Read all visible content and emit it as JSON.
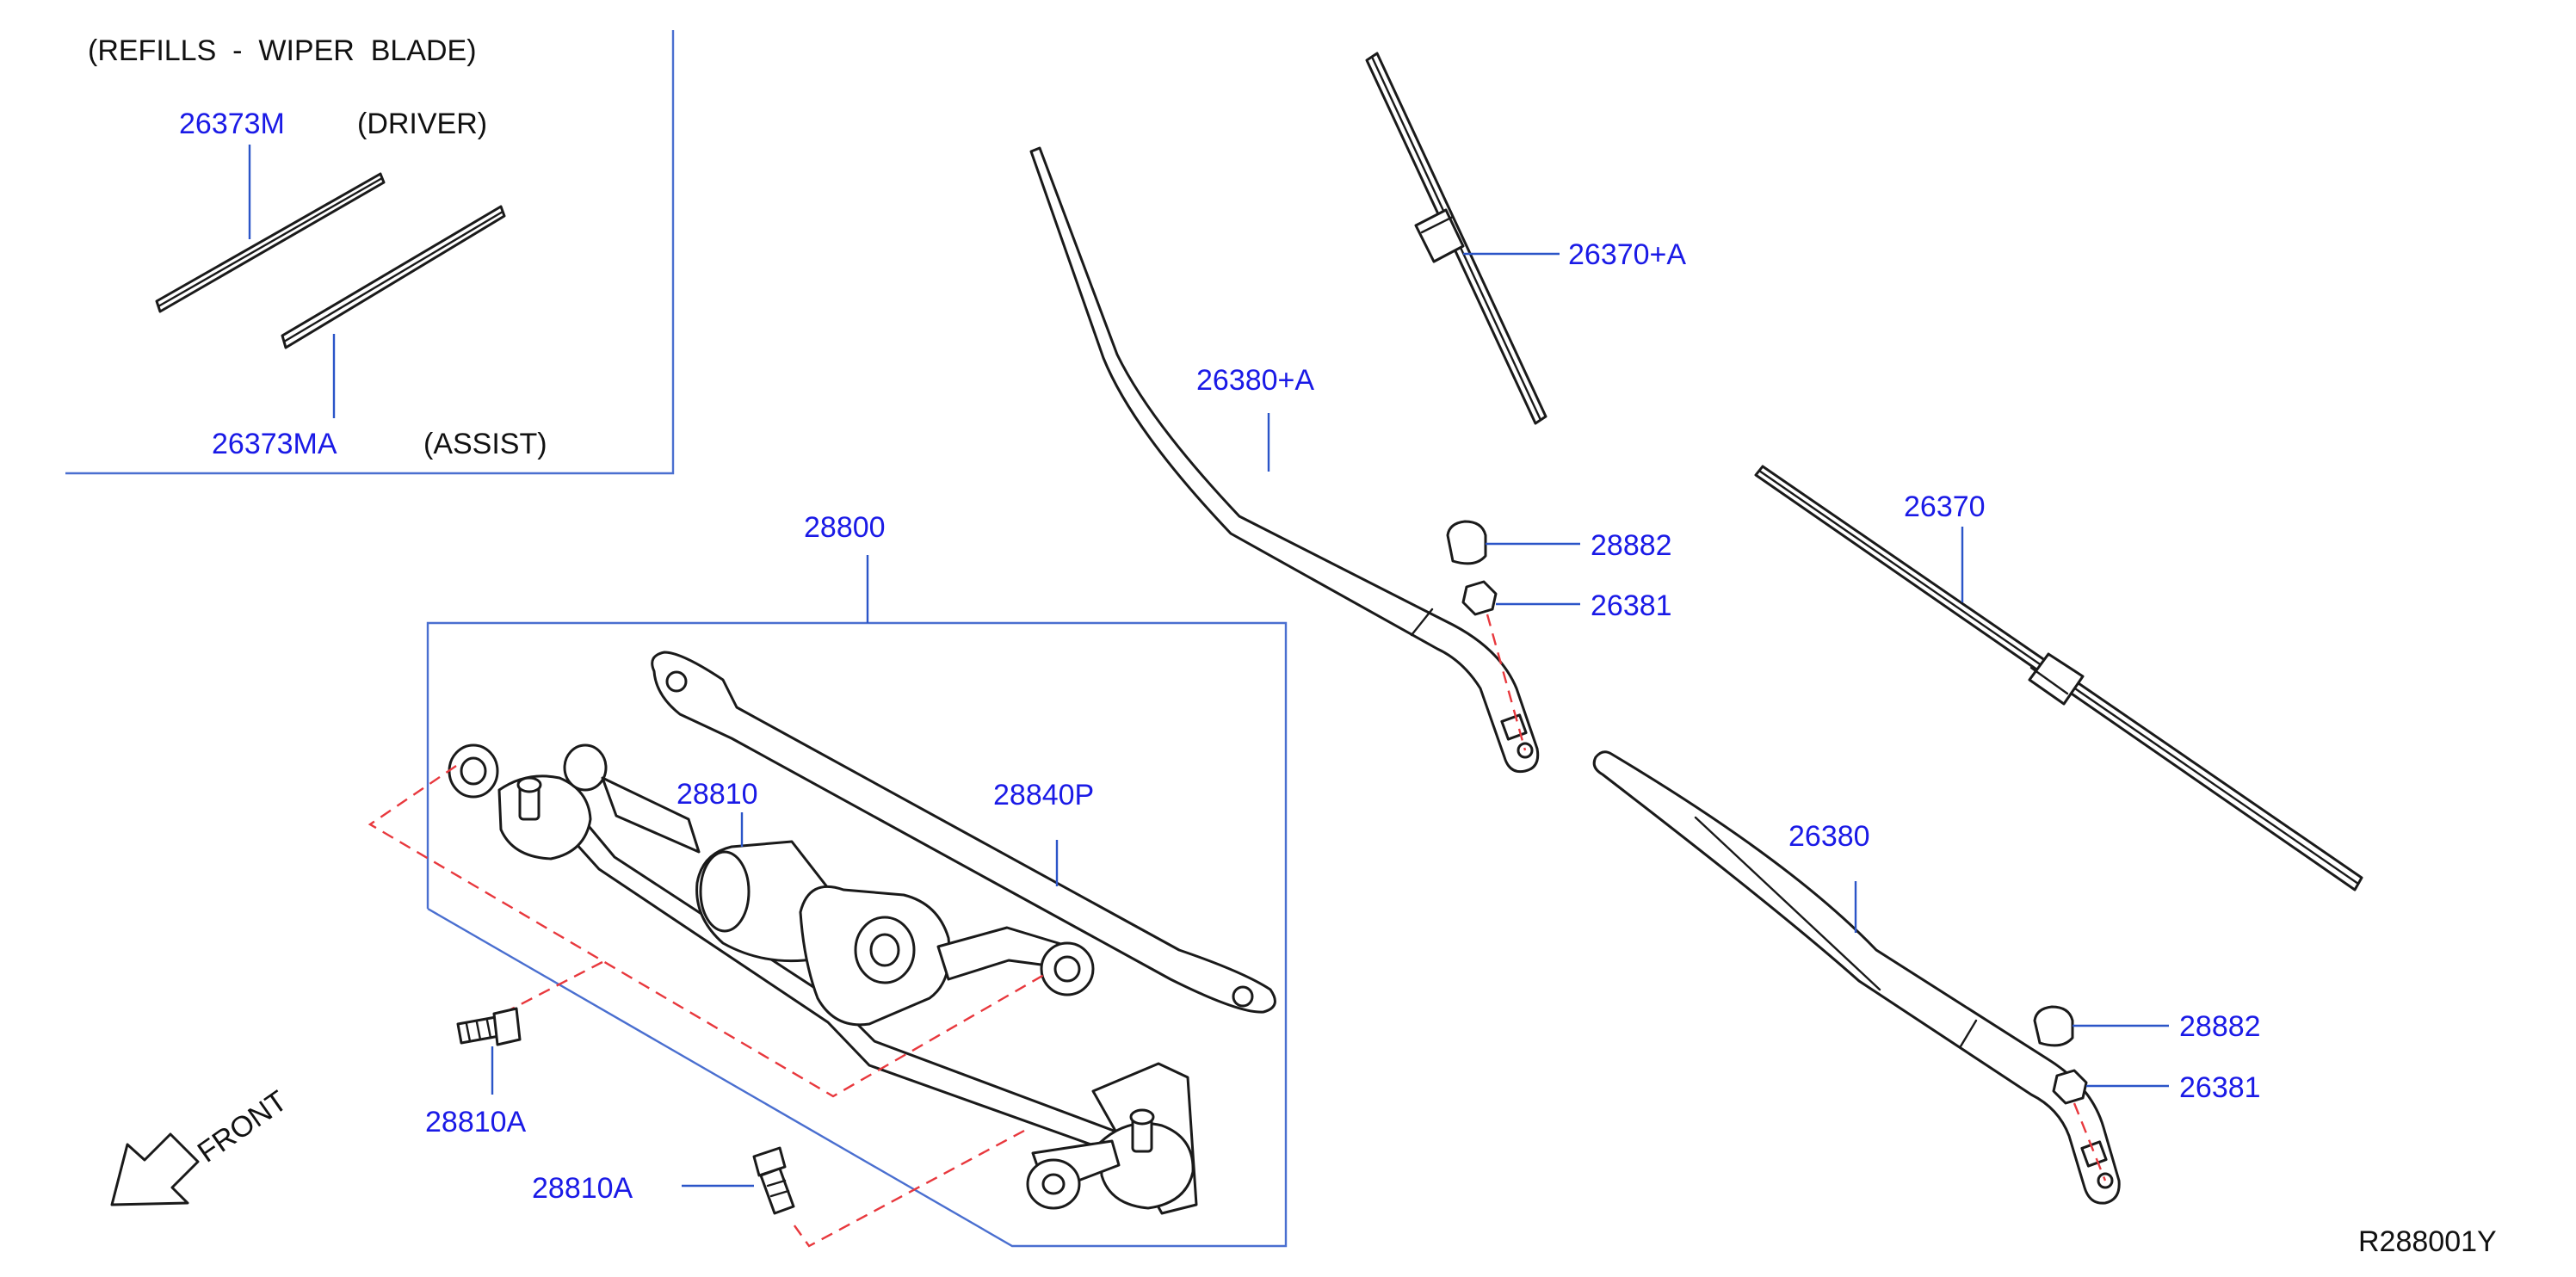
{
  "refills": {
    "title": "(REFILLS  -  WIPER  BLADE)",
    "driver_label": "(DRIVER)",
    "assist_label": "(ASSIST)"
  },
  "parts": {
    "p26373M": "26373M",
    "p26373MA": "26373MA",
    "p26370A": "26370+A",
    "p26380A": "26380+A",
    "p28882_upper": "28882",
    "p26381_upper": "26381",
    "p26370": "26370",
    "p28800": "28800",
    "p28810": "28810",
    "p28840P": "28840P",
    "p26380": "26380",
    "p28882_lower": "28882",
    "p26381_lower": "26381",
    "p28810A_upper": "28810A",
    "p28810A_lower": "28810A"
  },
  "front_label": "FRONT",
  "diagram_ref": "R288001Y",
  "colors": {
    "part_number": "#1a1ae6",
    "leader": "#2b55c8",
    "dashed": "#e8383d",
    "line": "#1a1a1a"
  }
}
